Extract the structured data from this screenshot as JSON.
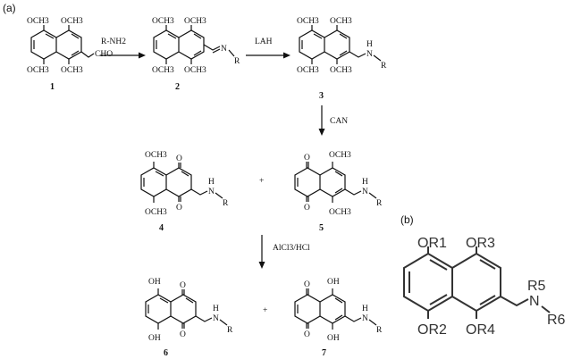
{
  "panel_labels": {
    "a": "(a)",
    "b": "(b)"
  },
  "reagents": {
    "step1": "R-NH2",
    "step2": "LAH",
    "step3": "CAN",
    "step4": "AlCl3/HCl"
  },
  "operators": {
    "plus1": "+",
    "plus2": "+"
  },
  "compounds": {
    "c1": {
      "number": "1",
      "substituents": [
        "OCH3",
        "OCH3",
        "OCH3",
        "OCH3",
        "CHO"
      ]
    },
    "c2": {
      "number": "2",
      "substituents": [
        "OCH3",
        "OCH3",
        "OCH3",
        "OCH3",
        "N",
        "R"
      ]
    },
    "c3": {
      "number": "3",
      "substituents": [
        "OCH3",
        "OCH3",
        "OCH3",
        "OCH3",
        "H",
        "N",
        "R"
      ]
    },
    "c4": {
      "number": "4",
      "substituents": [
        "OCH3",
        "O",
        "O",
        "OCH3",
        "H",
        "N",
        "R"
      ]
    },
    "c5": {
      "number": "5",
      "substituents": [
        "O",
        "OCH3",
        "O",
        "OCH3",
        "H",
        "N",
        "R"
      ]
    },
    "c6": {
      "number": "6",
      "substituents": [
        "OH",
        "O",
        "O",
        "OH",
        "H",
        "N",
        "R"
      ]
    },
    "c7": {
      "number": "7",
      "substituents": [
        "O",
        "OH",
        "O",
        "OH",
        "H",
        "N",
        "R"
      ]
    }
  },
  "general_structure": {
    "substituents": [
      "OR1",
      "OR3",
      "OR2",
      "OR4",
      "R5",
      "N",
      "R6"
    ]
  }
}
